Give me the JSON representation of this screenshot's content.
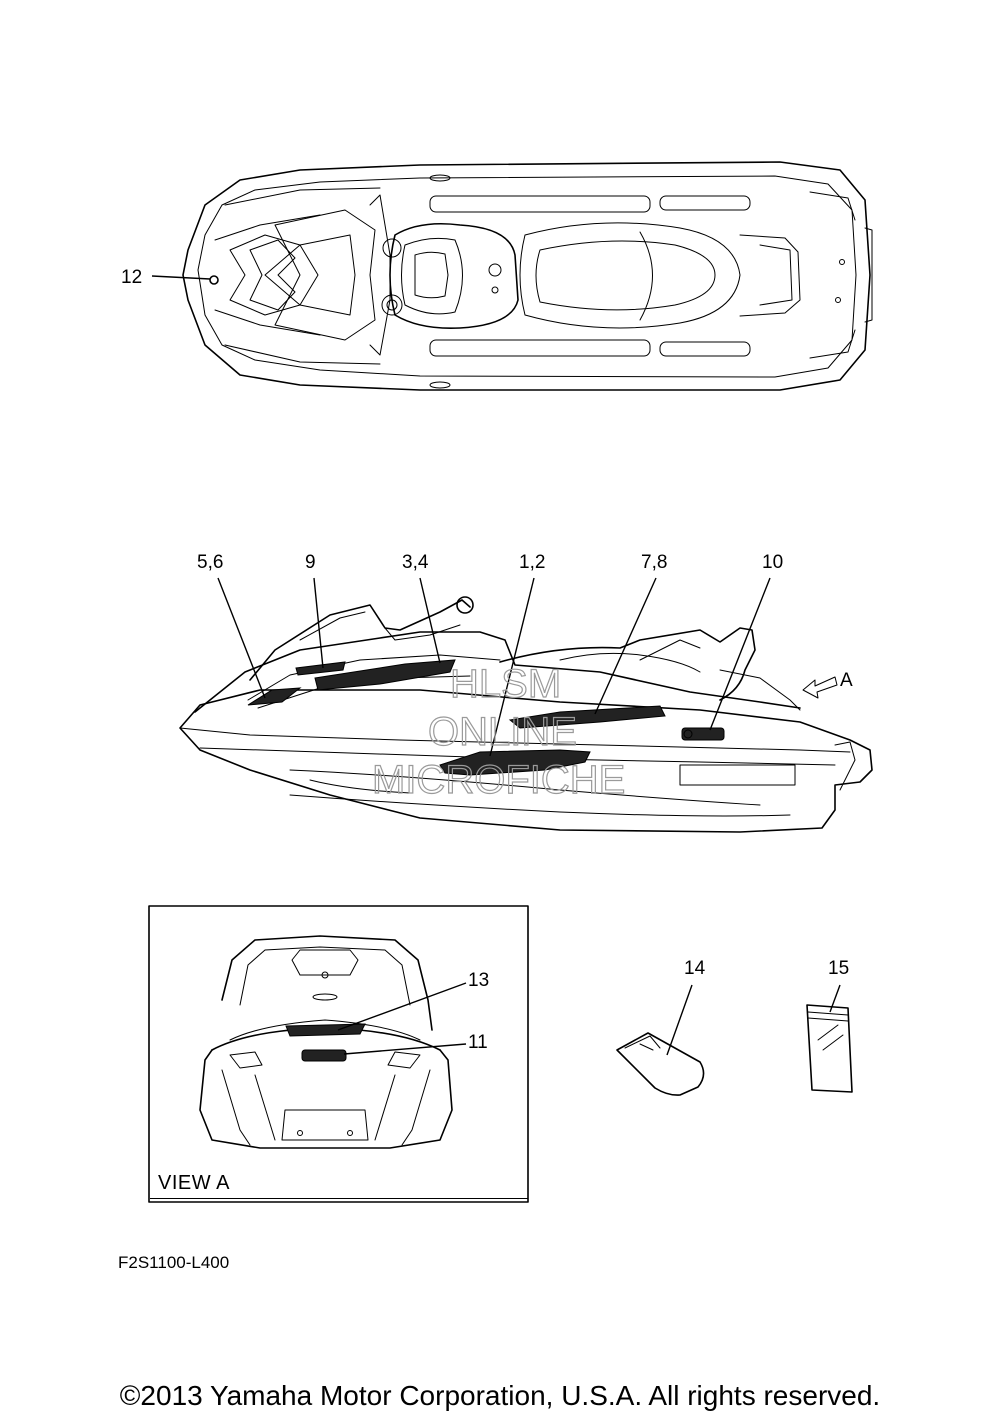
{
  "callouts": {
    "c12": "12",
    "c56": "5,6",
    "c9": "9",
    "c34": "3,4",
    "c12b": "1,2",
    "c78": "7,8",
    "c10": "10",
    "cA": "A",
    "c13": "13",
    "c11": "11",
    "c14": "14",
    "c15": "15"
  },
  "watermark": {
    "line1": "HLSM",
    "line2": "ONLINE",
    "line3": "MICROFICHE"
  },
  "view_label": "VIEW A",
  "drawing_code": "F2S1100-L400",
  "copyright": "©2013 Yamaha Motor Corporation, U.S.A. All rights reserved."
}
